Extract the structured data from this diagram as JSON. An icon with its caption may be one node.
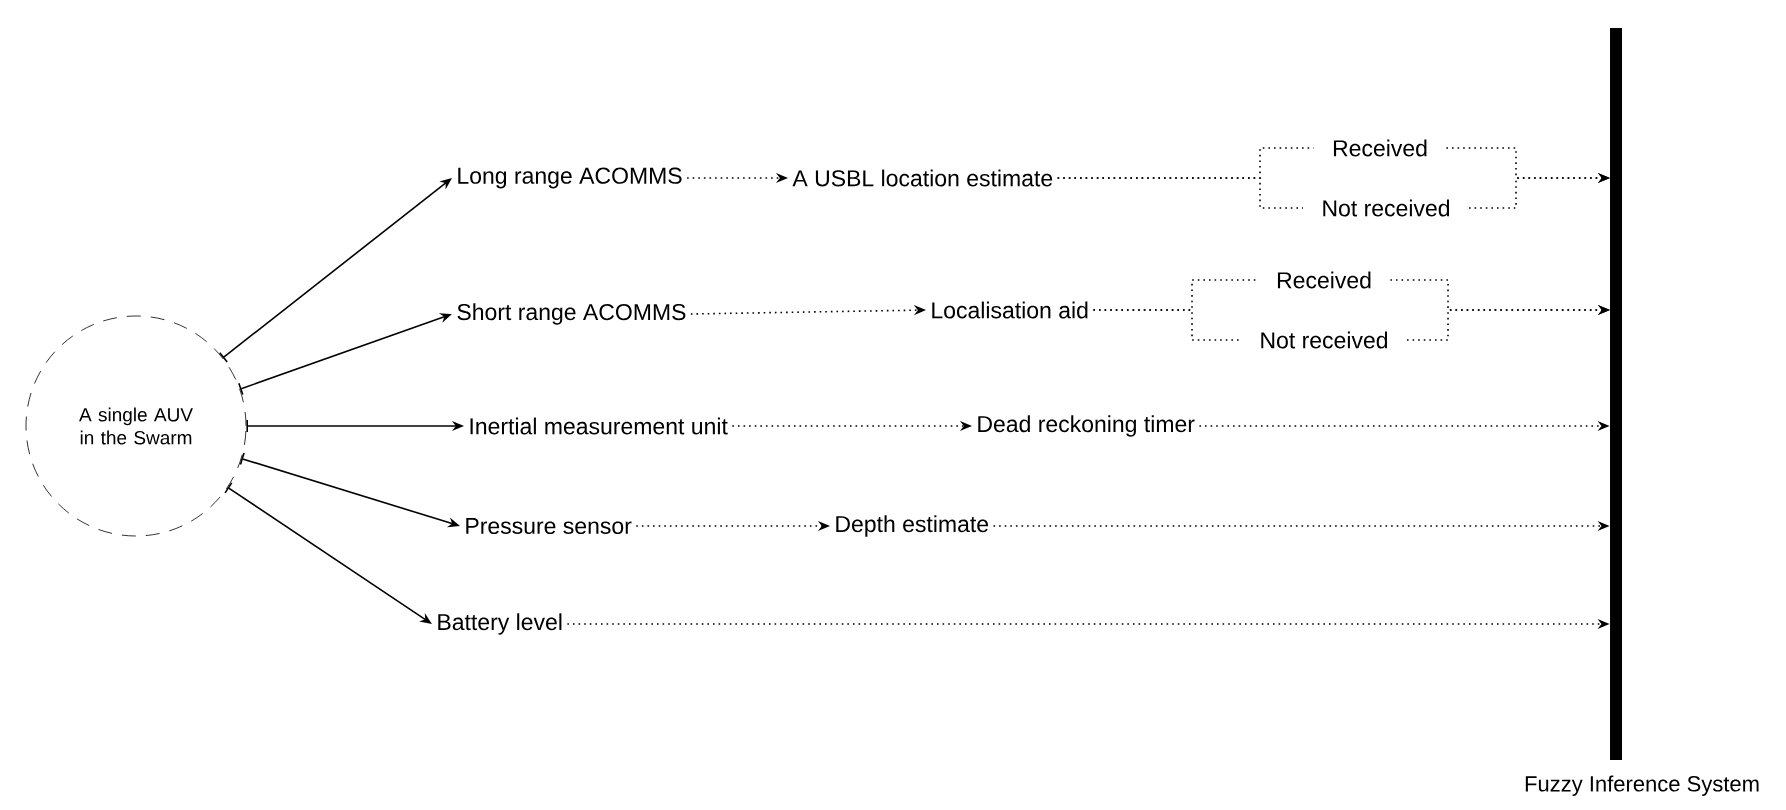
{
  "diagram": {
    "nodes": [
      {
        "text": [
          "A single AUV in the Swarm"
        ]
      },
      {
        "text": [
          "Long range ACOMMS"
        ]
      },
      {
        "text": [
          "Short range ACOMMS"
        ]
      },
      {
        "text": [
          "Inertial measurement unit"
        ]
      },
      {
        "text": [
          "Pressure sensor"
        ]
      },
      {
        "text": [
          "Battery level"
        ]
      },
      {
        "text": [
          "A USBL location estimate"
        ]
      },
      {
        "text": [
          "Received"
        ]
      },
      {
        "text": [
          "Not received"
        ]
      },
      {
        "text": [
          "Localisation aid"
        ]
      },
      {
        "text": [
          "Received"
        ]
      },
      {
        "text": [
          "Not received"
        ]
      },
      {
        "text": [
          "Dead reckoning timer"
        ]
      },
      {
        "text": [
          "Depth estimate"
        ]
      },
      {
        "text": [
          "Fuzzy Inference System"
        ]
      }
    ],
    "edges": [
      {
        "from": 0,
        "to": 1,
        "arrow": "to"
      },
      {
        "from": 0,
        "to": 2,
        "arrow": "to"
      },
      {
        "from": 0,
        "to": 3,
        "arrow": "to"
      },
      {
        "from": 0,
        "to": 4,
        "arrow": "to"
      },
      {
        "from": 0,
        "to": 5,
        "arrow": "to"
      },
      {
        "from": 1,
        "to": 6,
        "arrow": "to",
        "style": "dashed"
      },
      {
        "from": 6,
        "to": 7,
        "arrow": "none",
        "style": "dashed"
      },
      {
        "from": 6,
        "to": 8,
        "arrow": "none",
        "style": "dashed"
      },
      {
        "from": 7,
        "to": 14,
        "arrow": "to",
        "style": "dashed"
      },
      {
        "from": 8,
        "to": 14,
        "arrow": "to",
        "style": "dashed"
      },
      {
        "from": 2,
        "to": 9,
        "arrow": "to",
        "style": "dashed"
      },
      {
        "from": 9,
        "to": 10,
        "arrow": "none",
        "style": "dashed"
      },
      {
        "from": 9,
        "to": 11,
        "arrow": "none",
        "style": "dashed"
      },
      {
        "from": 10,
        "to": 14,
        "arrow": "to",
        "style": "dashed"
      },
      {
        "from": 11,
        "to": 14,
        "arrow": "to",
        "style": "dashed"
      },
      {
        "from": 3,
        "to": 12,
        "arrow": "to",
        "style": "dashed"
      },
      {
        "from": 12,
        "to": 14,
        "arrow": "to",
        "style": "dashed"
      },
      {
        "from": 4,
        "to": 13,
        "arrow": "to",
        "style": "dashed"
      },
      {
        "from": 13,
        "to": 14,
        "arrow": "to",
        "style": "dashed"
      },
      {
        "from": 5,
        "to": 14,
        "arrow": "to",
        "style": "dashed"
      }
    ]
  }
}
